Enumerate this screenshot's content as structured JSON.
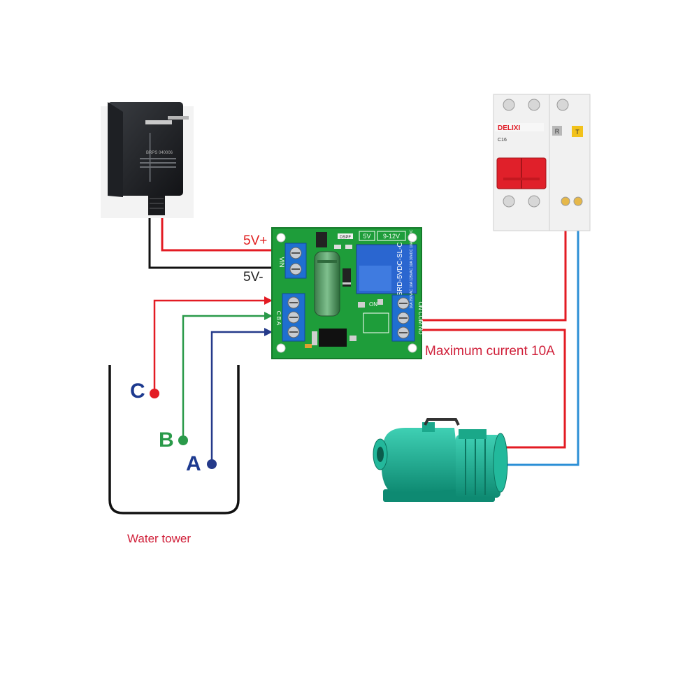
{
  "labels": {
    "vplus": "5V+",
    "vminus": "5V-",
    "probe_c": "C",
    "probe_b": "B",
    "probe_a": "A",
    "max_current": "Maximum current 10A",
    "water_tower": "Water tower"
  },
  "board": {
    "vin": "VIN",
    "jumper_5v": "5V",
    "jumper_9_12v": "9-12V",
    "relay_model": "SRD-5VDC-SL-C",
    "relay_rating": "10A 250VAC 10A 125VAC 10A 30VDC 10A 28VDC",
    "terminal_cba": "C B A",
    "terminal_out": "ON COM NO",
    "led_on": "ON",
    "chip": "DSPF"
  },
  "adapter": {
    "brand_text": "BRPS 040006"
  },
  "breaker": {
    "brand": "DELIXI",
    "model": "C16",
    "r_label": "R",
    "t_label": "T"
  },
  "colors": {
    "red_wire": "#e31b23",
    "black_wire": "#111111",
    "green_wire": "#2a9a4a",
    "navy_wire": "#253a8a",
    "blue_wire": "#2b8fd6",
    "pcb_green": "#1e9d3a",
    "pump_teal": "#1bb39a",
    "breaker_red": "#e0202a"
  }
}
